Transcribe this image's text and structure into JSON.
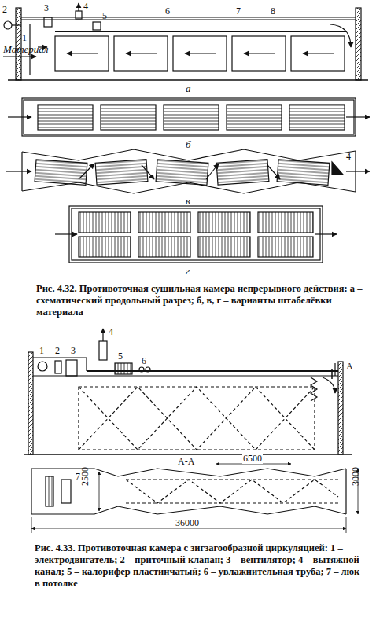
{
  "diagram": {
    "labels": [
      "2",
      "3",
      "4",
      "5",
      "6",
      "7",
      "8",
      "1",
      "Материал",
      "а",
      "б",
      "4",
      "в",
      "г",
      "Рис. 4.32. Противоточная сушильная камера непрерывного действия: а – схематический продольный разрез; б, в, г – варианты штабелёвки материала",
      "1",
      "2",
      "3",
      "4",
      "5",
      "6",
      "А",
      "А-А",
      "6500",
      "7",
      "2500",
      "3000",
      "36000",
      "Рис. 4.33. Противоточная камера с зигзагообразной циркуляцией: 1 – электродвигатель; 2 – приточный клапан; 3 – вентилятор; 4 – вытяжной канал; 5 – калорифер пластинчатый; 6 – увлажнительная труба; 7 – люк в потолке"
    ]
  }
}
